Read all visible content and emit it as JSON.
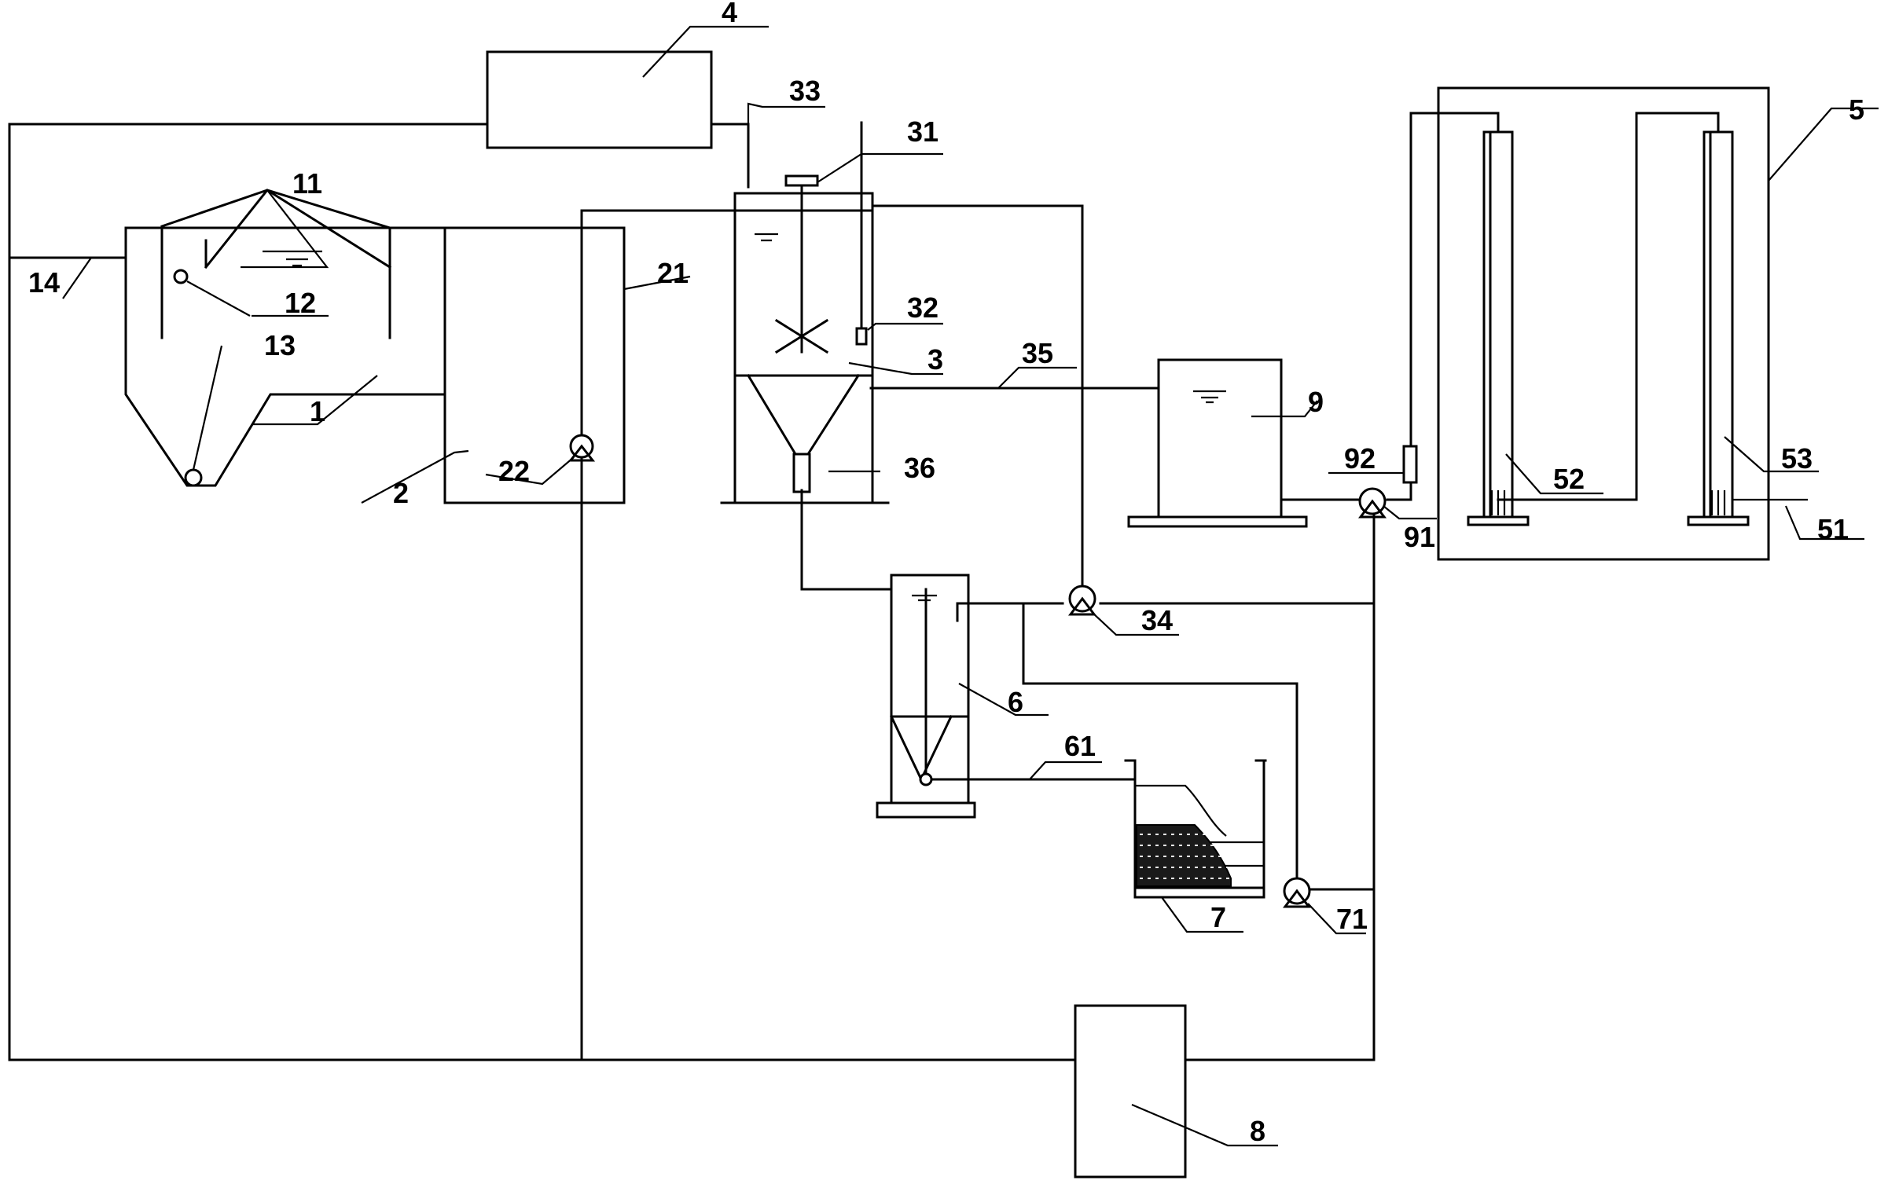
{
  "diagram": {
    "labels": {
      "l1": "1",
      "l2": "2",
      "l3": "3",
      "l4": "4",
      "l5": "5",
      "l6": "6",
      "l7": "7",
      "l8": "8",
      "l9": "9",
      "l11": "11",
      "l12": "12",
      "l13": "13",
      "l14": "14",
      "l21": "21",
      "l22": "22",
      "l31": "31",
      "l32": "32",
      "l33": "33",
      "l34": "34",
      "l35": "35",
      "l36": "36",
      "l51": "51",
      "l52": "52",
      "l53": "53",
      "l61": "61",
      "l71": "71",
      "l91": "91",
      "l92": "92"
    }
  }
}
